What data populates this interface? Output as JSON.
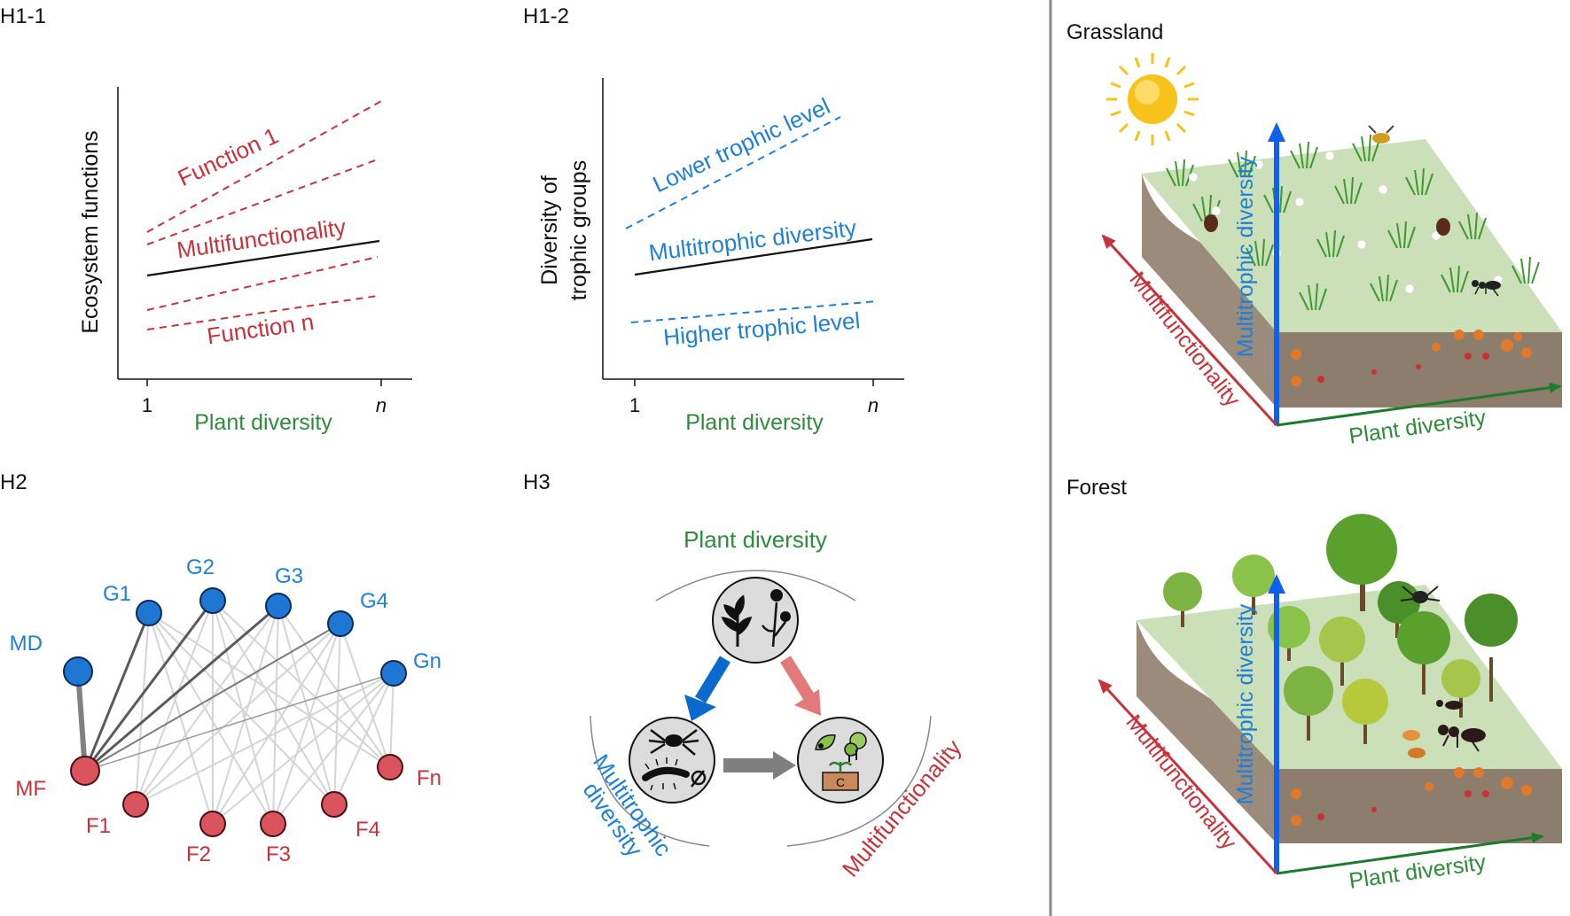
{
  "colors": {
    "red": "#c8323c",
    "blue": "#1f7fd6",
    "green": "#2e8b3a",
    "node_blue": "#1f77d4",
    "node_red": "#d9545c",
    "gray_arrow": "#808080",
    "divider": "#888888"
  },
  "panels": {
    "h1_1": {
      "label": "H1-1",
      "y_axis": "Ecosystem functions",
      "x_axis": "Plant diversity",
      "x_tick_start": "1",
      "x_tick_end": "n",
      "line_function_1": "Function 1",
      "line_multifunctionality": "Multifunctionality",
      "line_function_n": "Function n"
    },
    "h1_2": {
      "label": "H1-2",
      "y_axis_line1": "Diversity of",
      "y_axis_line2": "trophic groups",
      "x_axis": "Plant diversity",
      "x_tick_start": "1",
      "x_tick_end": "n",
      "line_lower": "Lower trophic level",
      "line_multitrophic": "Multitrophic diversity",
      "line_higher": "Higher trophic level"
    },
    "h2": {
      "label": "H2",
      "nodes_blue": [
        "MD",
        "G1",
        "G2",
        "G3",
        "G4",
        "Gn"
      ],
      "nodes_red": [
        "MF",
        "F1",
        "F2",
        "F3",
        "F4",
        "Fn"
      ]
    },
    "h3": {
      "label": "H3",
      "top": "Plant diversity",
      "left_line1": "Multitrophic",
      "left_line2": "diversity",
      "right": "Multifunctionality",
      "icons": [
        "plant-icon",
        "spider-icon",
        "ecosystem-function-icon"
      ]
    },
    "grassland": {
      "label": "Grassland",
      "axis_vertical": "Multitrophic diversity",
      "axis_diagonal": "Multifunctionality",
      "axis_horizontal": "Plant diversity",
      "icons": [
        "sun-icon",
        "grass-icon",
        "ant-icon",
        "beetle-icon",
        "bee-icon"
      ]
    },
    "forest": {
      "label": "Forest",
      "axis_vertical": "Multitrophic diversity",
      "axis_diagonal": "Multifunctionality",
      "axis_horizontal": "Plant diversity",
      "icons": [
        "tree-icon",
        "ant-icon",
        "spider-icon",
        "leaf-icon"
      ]
    }
  }
}
